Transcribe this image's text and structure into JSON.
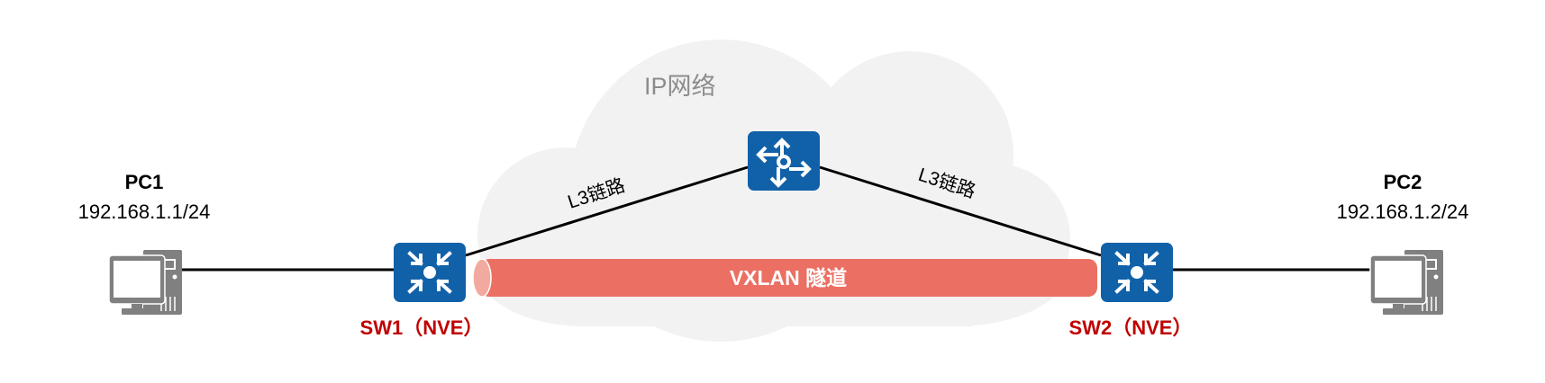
{
  "cloud": {
    "label": "IP网络"
  },
  "links": {
    "left_label": "L3链路",
    "right_label": "L3链路"
  },
  "tunnel": {
    "label": "VXLAN 隧道",
    "color": "#eb7063",
    "end_color": "#f2aaa0"
  },
  "pc1": {
    "name": "PC1",
    "ip": "192.168.1.1/24"
  },
  "pc2": {
    "name": "PC2",
    "ip": "192.168.1.2/24"
  },
  "sw1": {
    "label": "SW1（NVE）"
  },
  "sw2": {
    "label": "SW2（NVE）"
  },
  "colors": {
    "device": "#1161a9",
    "pc": "#808080",
    "cloud": "#f2f2f2",
    "nve_label": "#c00000"
  }
}
